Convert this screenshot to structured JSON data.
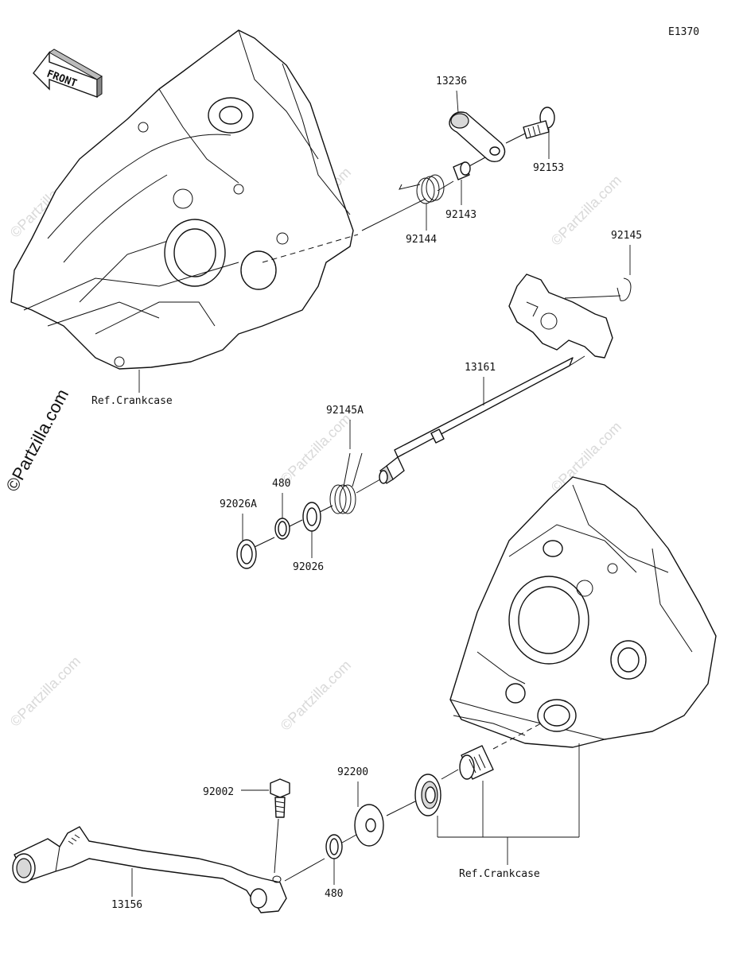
{
  "diagram": {
    "code": "E1370",
    "front_label": "FRONT",
    "watermark_text": "©Partzilla.com",
    "watermark_side": "©Partzilla.com",
    "ref_crankcase_top": "Ref.Crankcase",
    "ref_crankcase_bottom": "Ref.Crankcase",
    "parts": {
      "p13236": "13236",
      "p92153": "92153",
      "p92143": "92143",
      "p92144": "92144",
      "p92145": "92145",
      "p13161": "13161",
      "p92145A": "92145A",
      "p480_top": "480",
      "p92026A": "92026A",
      "p92026": "92026",
      "p92200": "92200",
      "p92002": "92002",
      "p480_bottom": "480",
      "p13156": "13156"
    }
  }
}
